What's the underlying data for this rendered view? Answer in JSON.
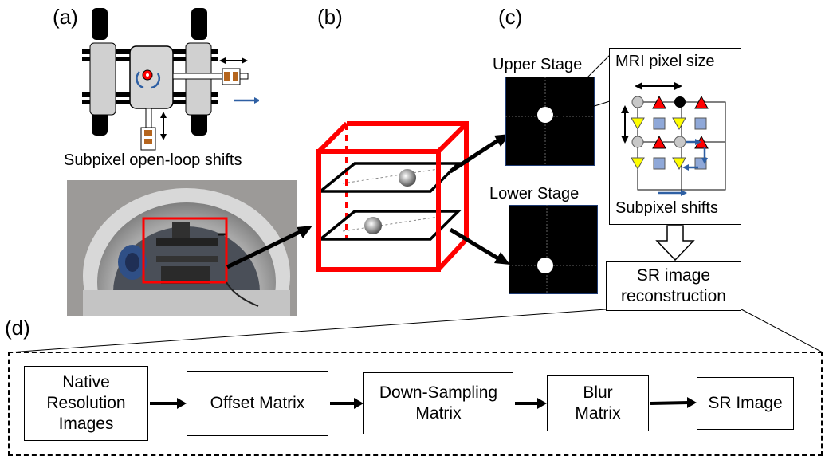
{
  "panels": {
    "a": "(a)",
    "b": "(b)",
    "c": "(c)",
    "d": "(d)"
  },
  "panel_a": {
    "caption": "Subpixel open-loop shifts"
  },
  "panel_c": {
    "upper_stage": "Upper Stage",
    "lower_stage": "Lower Stage",
    "mri_pixel_size": "MRI pixel size",
    "subpixel_shifts": "Subpixel shifts",
    "sr_reconstruction_line1": "SR image",
    "sr_reconstruction_line2": "reconstruction"
  },
  "pipeline": {
    "steps": [
      {
        "line1": "Native",
        "line2": "Resolution",
        "line3": "Images"
      },
      {
        "line1": "Offset Matrix"
      },
      {
        "line1": "Down-Sampling",
        "line2": "Matrix"
      },
      {
        "line1": "Blur",
        "line2": "Matrix"
      },
      {
        "line1": "SR Image"
      }
    ]
  },
  "colors": {
    "red": "#ff0000",
    "blue_arrow": "#2e5fa3",
    "yellow": "#ffff00",
    "square_blue": "#8fa8d8",
    "circle_gray": "#c8c8c8"
  }
}
